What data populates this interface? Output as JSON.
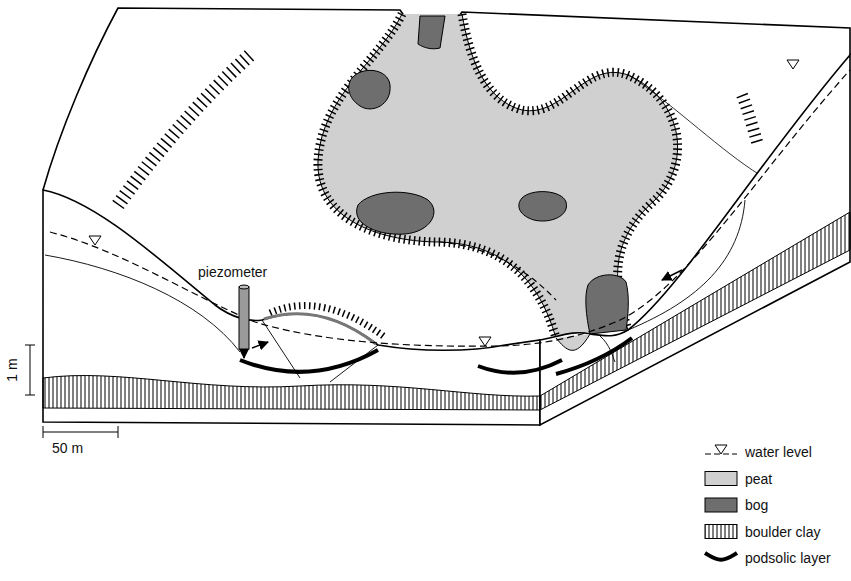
{
  "diagram": {
    "labels": [
      "piezometer",
      "1 m",
      "50 m"
    ],
    "legend": [
      {
        "text": "water level"
      },
      {
        "text": "peat",
        "color": "#d0d0d0"
      },
      {
        "text": "bog",
        "color": "#6e6e6e"
      },
      {
        "text": "boulder clay"
      },
      {
        "text": "podsolic layer"
      }
    ]
  }
}
